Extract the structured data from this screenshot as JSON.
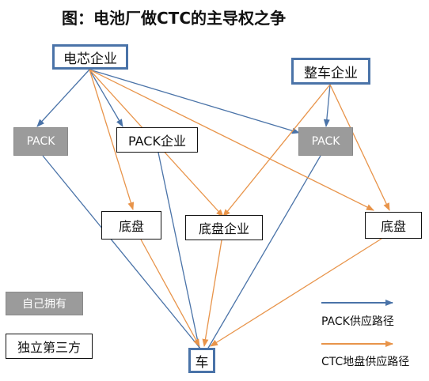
{
  "title": "图：电池厂做CTC的主导权之争",
  "nodes": {
    "cell": "电芯企业",
    "oem": "整车企业",
    "pack_left": "PACK",
    "pack_mid": "PACK企业",
    "pack_right": "PACK",
    "chassis_left": "底盘",
    "chassis_mid": "底盘企业",
    "chassis_right": "底盘",
    "car": "车"
  },
  "legend": {
    "self_owned": "自己拥有",
    "third_party": "独立第三方",
    "pack_route": "PACK供应路径",
    "ctc_route": "CTC地盘供应路径"
  },
  "colors": {
    "blue": "#4a73a8",
    "orange": "#e8944a",
    "grey": "#9b9b9b"
  }
}
